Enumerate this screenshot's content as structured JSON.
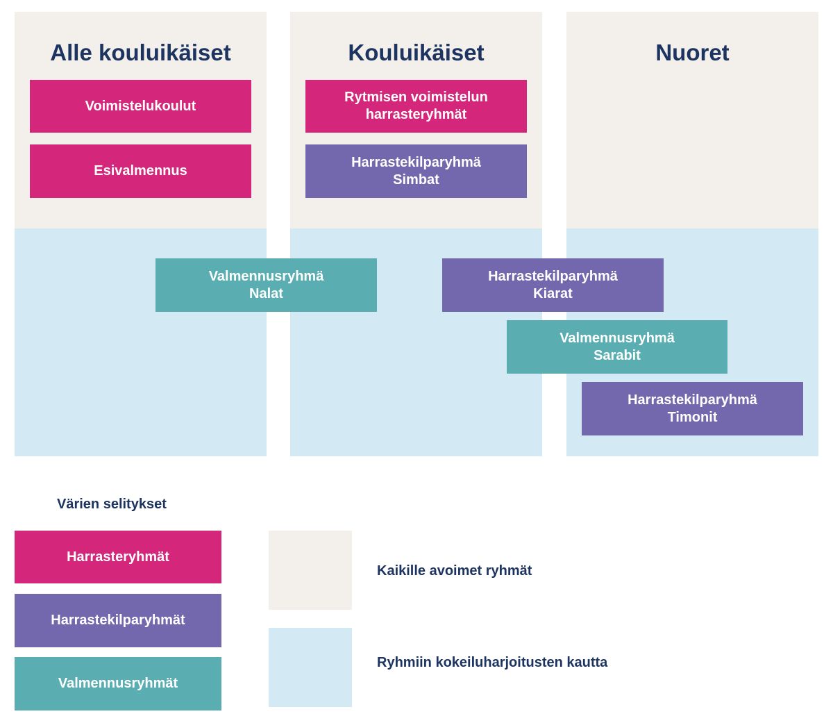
{
  "colors": {
    "harrasteryhmat": "#d4267a",
    "harrastekilparyhmat": "#7367ad",
    "valmennusryhmat": "#5aaeb2",
    "avoimet_bg": "#f3f0eb",
    "kokeilu_bg": "#d3e9f3",
    "title_text": "#1d3461"
  },
  "columns": [
    {
      "title": "Alle kouluikäiset"
    },
    {
      "title": "Kouluikäiset"
    },
    {
      "title": "Nuoret"
    }
  ],
  "groups": {
    "voimistelukoulut": "Voimistelukoulut",
    "esivalmennus": "Esivalmennus",
    "rytmisen": "Rytmisen voimistelun\nharrasteryhmät",
    "simbat": "Harrastekilparyhmä\nSimbat",
    "nalat": "Valmennusryhmä\nNalat",
    "kiarat": "Harrastekilparyhmä\nKiarat",
    "sarabit": "Valmennusryhmä\nSarabit",
    "timonit": "Harrastekilparyhmä\nTimonit"
  },
  "legend": {
    "title": "Värien selitykset",
    "items": [
      "Harrasteryhmät",
      "Harrastekilparyhmät",
      "Valmennusryhmät"
    ],
    "avoimet": "Kaikille avoimet ryhmät",
    "kokeilu": "Ryhmiin kokeiluharjoitusten kautta"
  }
}
